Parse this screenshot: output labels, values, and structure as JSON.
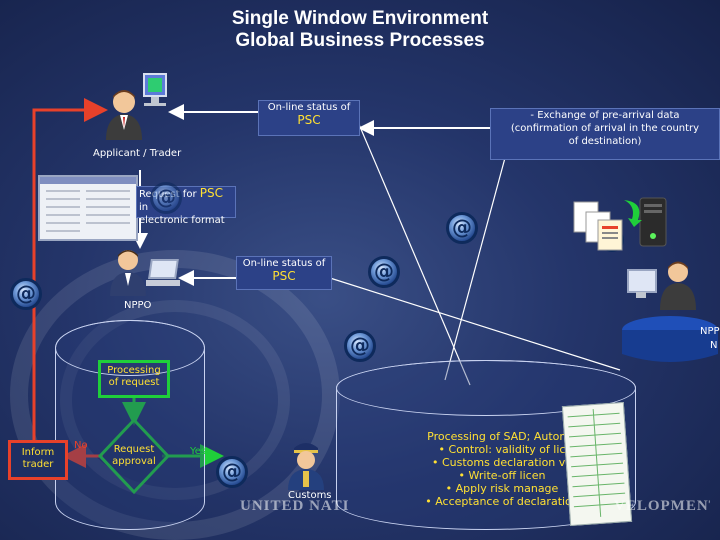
{
  "title": {
    "line1": "Single Window Environment",
    "line2": "Global Business Processes"
  },
  "callouts": {
    "online_status_top": {
      "text": "On-line status of",
      "highlight": "PSC"
    },
    "online_status_mid": {
      "text": "On-line status of",
      "highlight": "PSC"
    },
    "exchange": {
      "line1": "-  Exchange of pre-arrival data",
      "line2": "(confirmation of arrival in the country",
      "line3": "of destination)"
    },
    "request": {
      "line1_a": "Request for",
      "line1_b": "PSC",
      "line1_c": "in",
      "line2": "electronic format"
    }
  },
  "labels": {
    "applicant": "Applicant / Trader",
    "nppo": "NPPO",
    "nppo_right_1": "NPP",
    "nppo_right_2": "N",
    "customs": "Customs",
    "no": "No",
    "yes": "Yes"
  },
  "boxes": {
    "processing_request": "Processing of request",
    "request_approval": "Request approval",
    "inform_trader": "Inform trader"
  },
  "sad": {
    "line1": "Processing of SAD; Automa",
    "line2": "• Control: validity of lic",
    "line3": "• Customs declaration va",
    "line4": "• Write-off licen",
    "line5": "• Apply risk manage",
    "line6": "• Acceptance of declaration"
  },
  "footer": {
    "left": "UNITED NATI",
    "right": "VELOPMENT"
  },
  "colors": {
    "arrow_red": "#e8412a",
    "arrow_green": "#1fcf3a",
    "highlight": "#ffe033",
    "callout_bg": "#2c4187"
  },
  "icons": [
    "at-icon",
    "person-icon",
    "computer-icon",
    "documents-icon",
    "server-icon",
    "customs-officer-icon"
  ]
}
